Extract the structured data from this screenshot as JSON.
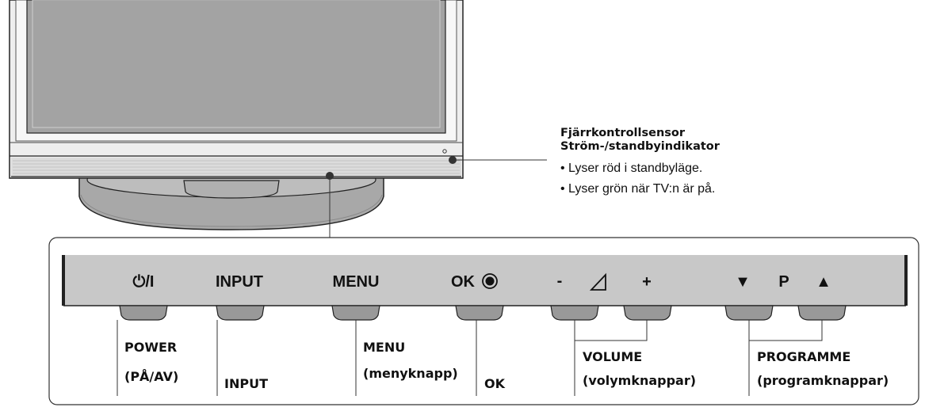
{
  "sensor": {
    "title_line1": "Fjärrkontrollsensor",
    "title_line2": "Ström-/standbyindikator",
    "bullets": [
      "• Lyser röd i standbyläge.",
      "• Lyser grön när TV:n är på."
    ]
  },
  "panel_buttons": {
    "power": "⏻/I",
    "input": "INPUT",
    "menu": "MENU",
    "ok": "OK",
    "vol_minus": "-",
    "vol_plus": "+",
    "prog_down": "▼",
    "prog_p": "P",
    "prog_up": "▲"
  },
  "labels": {
    "power_line1": "POWER",
    "power_line2": "(PÅ/AV)",
    "input": "INPUT",
    "menu_line1": "MENU",
    "menu_line2": "(menyknapp)",
    "ok": "OK",
    "volume_line1": "VOLUME",
    "volume_line2": "(volymknappar)",
    "programme_line1": "PROGRAMME",
    "programme_line2": "(programknappar)"
  },
  "colors": {
    "screen": "#a3a3a3",
    "bezel": "#eeeeee",
    "panel": "#c8c8c8",
    "stand": "#a8a8a8",
    "outline": "#222222"
  }
}
